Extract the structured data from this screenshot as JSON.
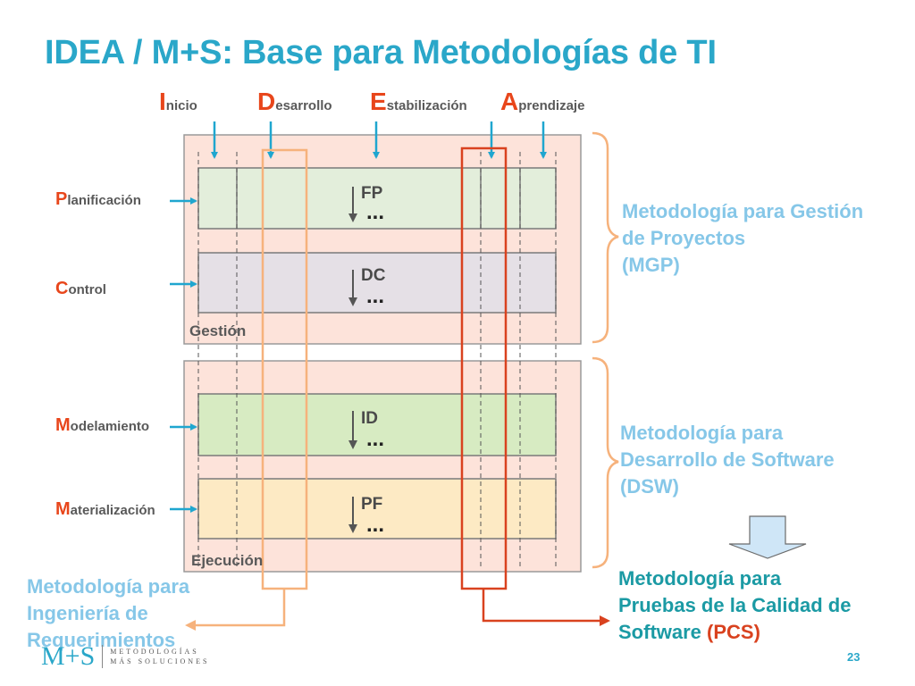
{
  "title": "IDEA / M+S: Base para Metodologías de TI",
  "phases": [
    {
      "cap": "I",
      "rest": "nicio"
    },
    {
      "cap": "D",
      "rest": "esarrollo"
    },
    {
      "cap": "E",
      "rest": "stabilización"
    },
    {
      "cap": "A",
      "rest": "prendizaje"
    }
  ],
  "rows": [
    {
      "cap": "P",
      "rest": "lanificación"
    },
    {
      "cap": "C",
      "rest": "ontrol"
    },
    {
      "cap": "M",
      "rest": "odelamiento"
    },
    {
      "cap": "M",
      "rest": "aterialización"
    }
  ],
  "boxes": [
    {
      "code": "FP",
      "more": "..."
    },
    {
      "code": "DC",
      "more": "..."
    },
    {
      "code": "ID",
      "more": "..."
    },
    {
      "code": "PF",
      "more": "..."
    }
  ],
  "groups": {
    "gestion": "Gestión",
    "ejecucion": "Ejecución"
  },
  "methodologies": {
    "mgp": [
      "Metodología para Gestión",
      "de Proyectos",
      "(MGP)"
    ],
    "dsw": [
      "Metodología para",
      "Desarrollo de Software",
      "(DSW)"
    ],
    "ir": [
      "Metodología para",
      "Ingeniería de",
      "Requerimientos"
    ],
    "pcs": {
      "line1": "Metodología para",
      "line2": "Pruebas de la Calidad de",
      "line3": "Software ",
      "abbr": "(PCS)"
    }
  },
  "colors": {
    "title": "#2aa7c9",
    "accent_red": "#e8461b",
    "arrow_blue": "#1fa6cf",
    "panel_fill": "#fde3da",
    "fp_fill": "#e3eedb",
    "dc_fill": "#e5e0e6",
    "id_fill": "#d7ebc2",
    "pf_fill": "#fdeac4",
    "brace_orange": "#f6b27c",
    "pcs_red": "#d9421f"
  },
  "logo": {
    "mark": "M+S",
    "line1": "METODOLOGÍAS",
    "line2": "MÁS SOLUCIONES"
  },
  "page_number": "23"
}
